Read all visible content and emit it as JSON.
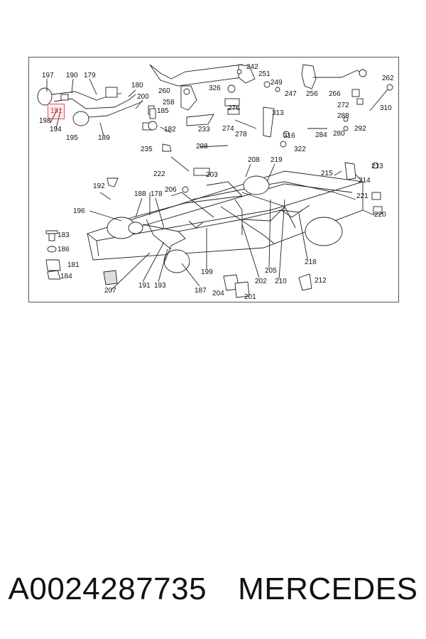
{
  "diagram": {
    "highlighted_part": "191",
    "callouts": [
      "197",
      "190",
      "179",
      "180",
      "200",
      "198",
      "194",
      "195",
      "189",
      "185",
      "182",
      "242",
      "251",
      "249",
      "247",
      "260",
      "258",
      "326",
      "276",
      "274",
      "278",
      "233",
      "313",
      "316",
      "322",
      "256",
      "266",
      "262",
      "310",
      "272",
      "288",
      "280",
      "292",
      "284",
      "298",
      "235",
      "222",
      "203",
      "208",
      "219",
      "215",
      "214",
      "213",
      "221",
      "220",
      "192",
      "206",
      "188",
      "178",
      "196",
      "183",
      "186",
      "181",
      "184",
      "207",
      "191",
      "193",
      "187",
      "199",
      "204",
      "201",
      "202",
      "205",
      "210",
      "218",
      "212"
    ]
  },
  "caption": {
    "part_number": "A0024287735",
    "brand": "MERCEDES"
  }
}
